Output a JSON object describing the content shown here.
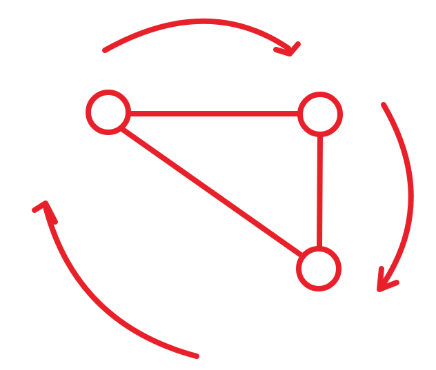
{
  "diagram": {
    "stroke_color": "#e8202a",
    "background_color": "#ffffff",
    "nodes": [
      {
        "id": "top-left"
      },
      {
        "id": "top-right"
      },
      {
        "id": "bottom-right"
      }
    ],
    "edges": [
      {
        "from": "top-left",
        "to": "top-right"
      },
      {
        "from": "top-right",
        "to": "bottom-right"
      },
      {
        "from": "top-left",
        "to": "bottom-right"
      }
    ],
    "arrows": [
      {
        "id": "top",
        "direction": "clockwise"
      },
      {
        "id": "right",
        "direction": "clockwise"
      },
      {
        "id": "bottom-left",
        "direction": "clockwise"
      }
    ]
  }
}
